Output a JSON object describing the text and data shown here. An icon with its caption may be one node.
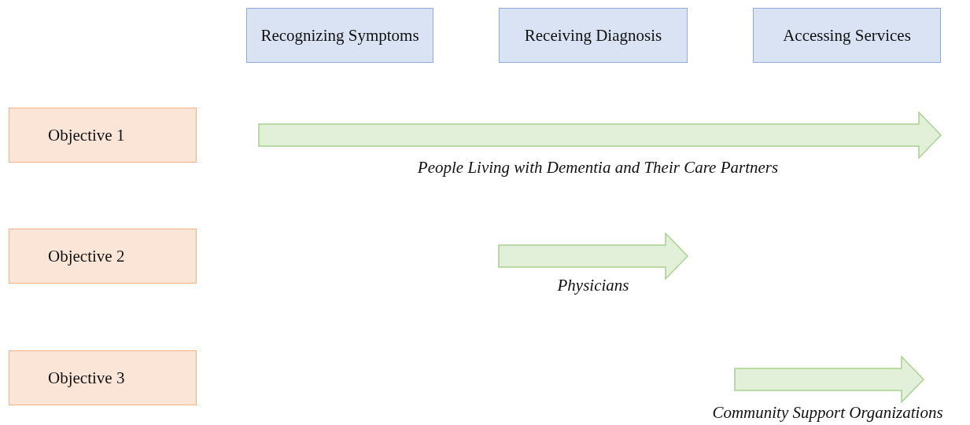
{
  "diagram": {
    "nodes": [
      {
        "text": [
          "Recognizing Symptoms"
        ]
      },
      {
        "text": [
          "Receiving Diagnosis"
        ]
      },
      {
        "text": [
          "Accessing Services"
        ]
      },
      {
        "text": [
          "Objective 1"
        ]
      },
      {
        "text": [
          "Objective 2"
        ]
      },
      {
        "text": [
          "Objective 3"
        ]
      }
    ],
    "labels": [
      "People Living with Dementia and Their Care Partners",
      "Physicians",
      "Community Support Organizations"
    ]
  }
}
